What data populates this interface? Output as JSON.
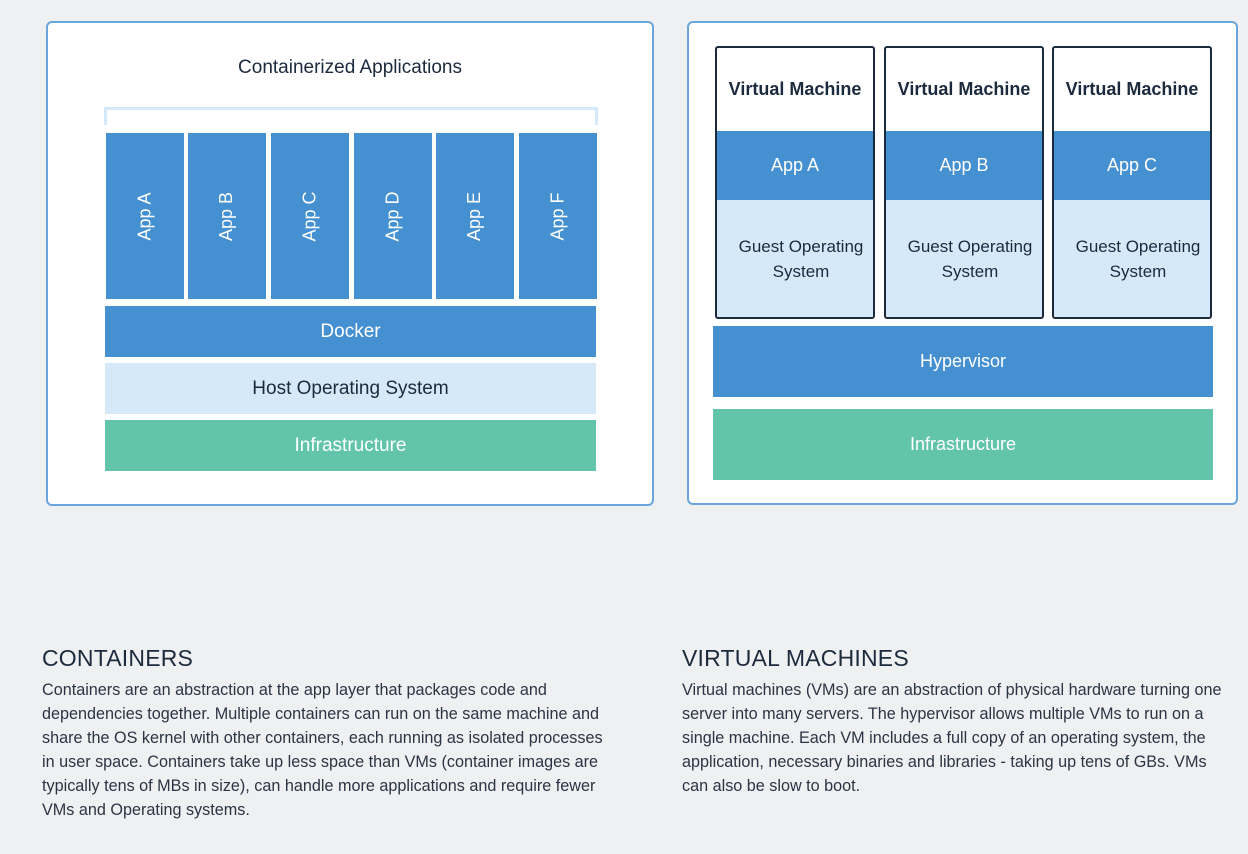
{
  "containers_diagram": {
    "title": "Containerized Applications",
    "apps": [
      "App A",
      "App B",
      "App C",
      "App D",
      "App E",
      "App F"
    ],
    "docker": "Docker",
    "host_os": "Host Operating System",
    "infrastructure": "Infrastructure"
  },
  "vm_diagram": {
    "vms": [
      {
        "title": "Virtual Machine",
        "app": "App A",
        "os": "Guest Operating System"
      },
      {
        "title": "Virtual Machine",
        "app": "App B",
        "os": "Guest Operating System"
      },
      {
        "title": "Virtual Machine",
        "app": "App C",
        "os": "Guest Operating System"
      }
    ],
    "hypervisor": "Hypervisor",
    "infrastructure": "Infrastructure"
  },
  "sections": {
    "containers": {
      "heading": "CONTAINERS",
      "body": "Containers are an abstraction at the app layer that packages code and dependencies together. Multiple containers can run on the same machine and share the OS kernel with other containers, each running as isolated processes in user space. Containers take up less space than VMs (container images are typically tens of MBs in size), can handle more applications and require fewer VMs and Operating systems."
    },
    "virtual_machines": {
      "heading": "VIRTUAL MACHINES",
      "body": "Virtual machines (VMs) are an abstraction of physical hardware turning one server into many servers. The hypervisor allows multiple VMs to run on a single machine. Each VM includes a full copy of an operating system, the application, necessary binaries and libraries - taking up tens of GBs. VMs can also be slow to boot."
    }
  },
  "colors": {
    "primary_blue": "#4590d0",
    "light_blue": "#d6e9f8",
    "green": "#62c4ab",
    "panel_border": "#6aa5dc",
    "dark_text": "#1b2a3d"
  }
}
